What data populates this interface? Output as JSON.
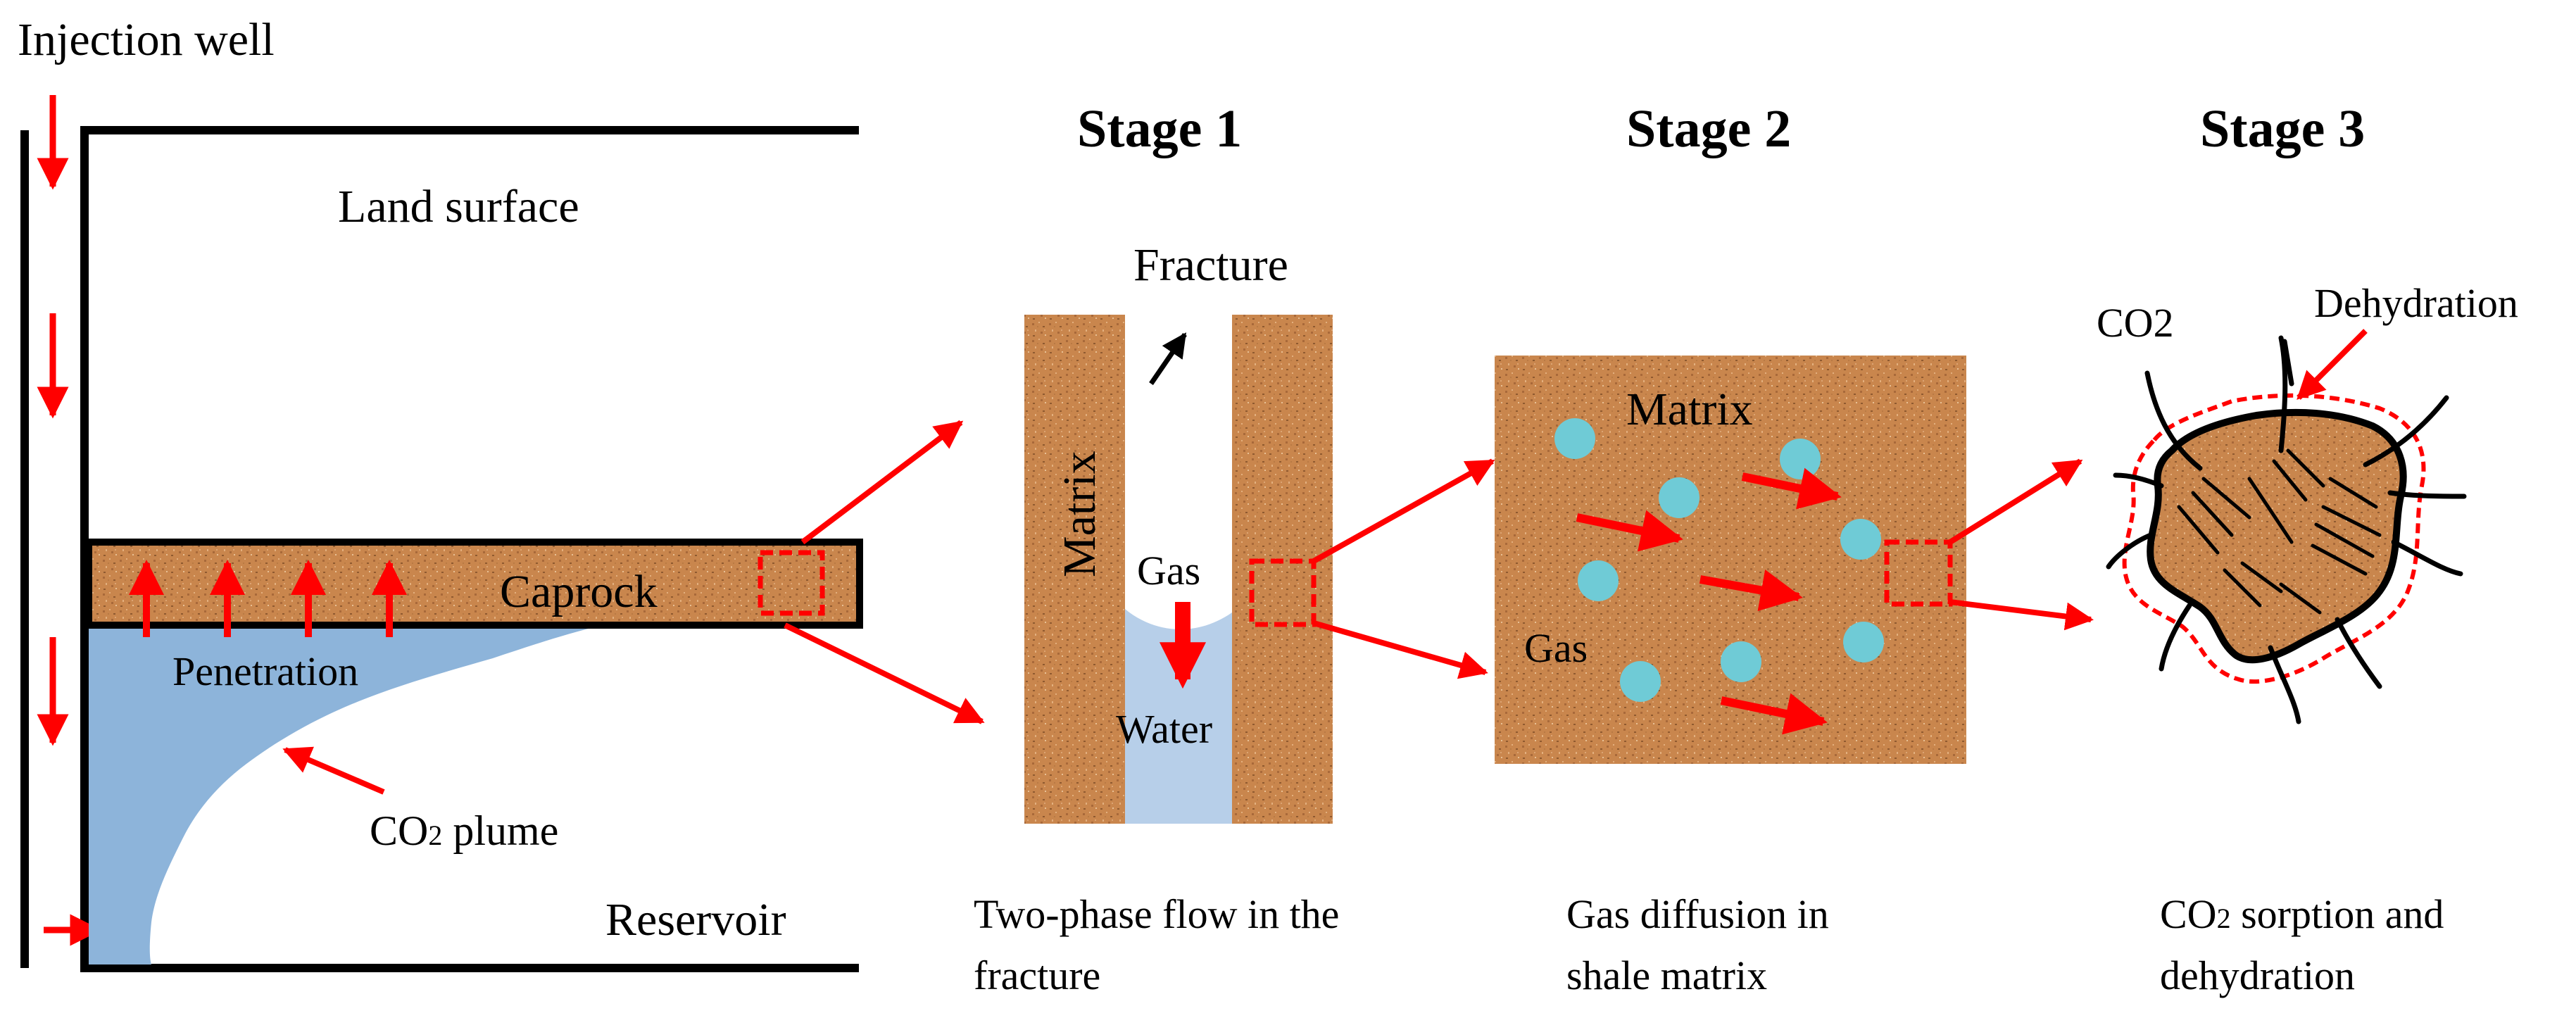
{
  "labels": {
    "injection_well": "Injection well",
    "land_surface": "Land surface",
    "caprock": "Caprock",
    "penetration": "Penetration",
    "co2_plume_prefix": "CO",
    "co2_plume_sub": "2",
    "co2_plume_suffix": " plume",
    "reservoir": "Reservoir",
    "fracture": "Fracture",
    "matrix_stage1": "Matrix",
    "gas_stage1": "Gas",
    "water": "Water",
    "matrix_stage2": "Matrix",
    "gas_stage2": "Gas",
    "co2_stage3": "CO2",
    "dehydration": "Dehydration"
  },
  "stages": [
    {
      "title": "Stage 1",
      "caption_line1": "Two-phase flow in the",
      "caption_line2": "fracture"
    },
    {
      "title": "Stage 2",
      "caption_line1": "Gas diffusion in",
      "caption_line2": "shale matrix"
    },
    {
      "title": "Stage 3",
      "caption_line1_prefix": "CO",
      "caption_line1_sub": "2",
      "caption_line1_suffix": " sorption and",
      "caption_line2": "dehydration"
    }
  ],
  "colors": {
    "arrow": "#ff0000",
    "rock": "#c9864d",
    "rock_dark": "#a8693a",
    "plume": "#8db4da",
    "water": "#b7cfe9",
    "gas_bubble": "#6fcbd6",
    "outline": "#000000"
  }
}
